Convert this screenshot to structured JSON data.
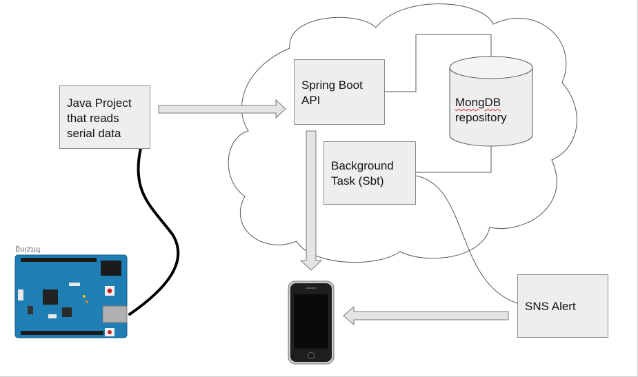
{
  "java_project": {
    "lines": [
      "Java Project",
      "that reads",
      "serial data"
    ]
  },
  "spring_boot": {
    "lines": [
      "Spring Boot",
      "API"
    ]
  },
  "mongodb": {
    "lines": [
      "MongDB",
      "repository"
    ]
  },
  "background_task": {
    "lines": [
      "Background",
      "Task (Sbt)"
    ]
  },
  "sns_alert": {
    "label": "SNS Alert"
  },
  "arduino": {
    "brand_text": "fritzing"
  },
  "colors": {
    "box_fill": "#eeeeee",
    "box_border": "#8a8a8a",
    "arduino_blue": "#1f7fb5",
    "cable": "#000000"
  }
}
